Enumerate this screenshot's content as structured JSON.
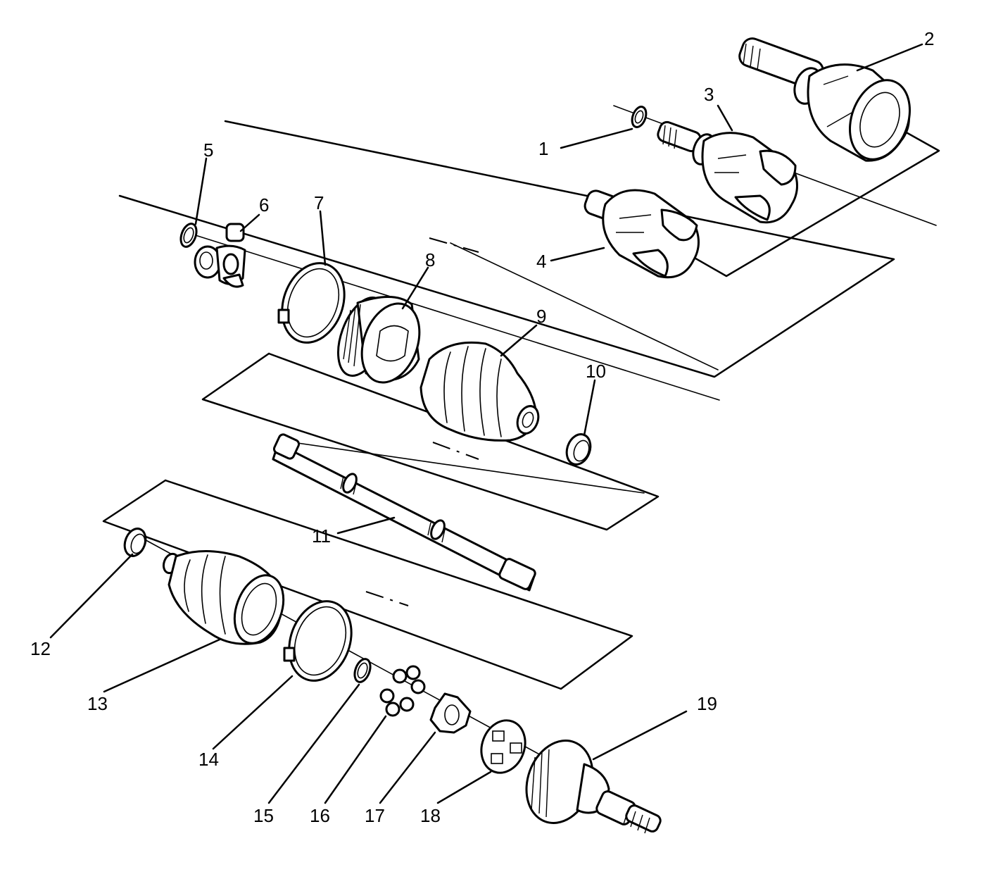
{
  "callouts": [
    {
      "id": 1,
      "label": "1"
    },
    {
      "id": 2,
      "label": "2"
    },
    {
      "id": 3,
      "label": "3"
    },
    {
      "id": 4,
      "label": "4"
    },
    {
      "id": 5,
      "label": "5"
    },
    {
      "id": 6,
      "label": "6"
    },
    {
      "id": 7,
      "label": "7"
    },
    {
      "id": 8,
      "label": "8"
    },
    {
      "id": 9,
      "label": "9"
    },
    {
      "id": 10,
      "label": "10"
    },
    {
      "id": 11,
      "label": "11"
    },
    {
      "id": 12,
      "label": "12"
    },
    {
      "id": 13,
      "label": "13"
    },
    {
      "id": 14,
      "label": "14"
    },
    {
      "id": 15,
      "label": "15"
    },
    {
      "id": 16,
      "label": "16"
    },
    {
      "id": 17,
      "label": "17"
    },
    {
      "id": 18,
      "label": "18"
    },
    {
      "id": 19,
      "label": "19"
    }
  ]
}
